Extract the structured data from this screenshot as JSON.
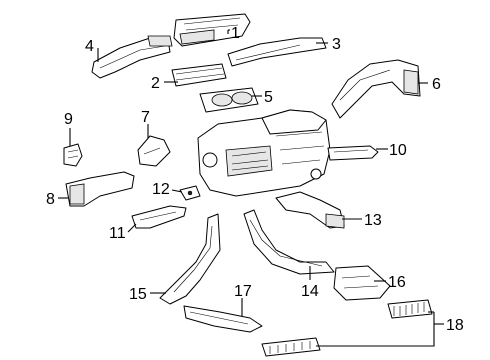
{
  "callouts": {
    "c1": "1",
    "c2": "2",
    "c3": "3",
    "c4": "4",
    "c5": "5",
    "c6": "6",
    "c7": "7",
    "c8": "8",
    "c9": "9",
    "c10": "10",
    "c11": "11",
    "c12": "12",
    "c13": "13",
    "c14": "14",
    "c15": "15",
    "c16": "16",
    "c17": "17",
    "c18": "18"
  },
  "colors": {
    "line": "#000000",
    "background": "#ffffff",
    "shade": "#e6e6e6"
  }
}
